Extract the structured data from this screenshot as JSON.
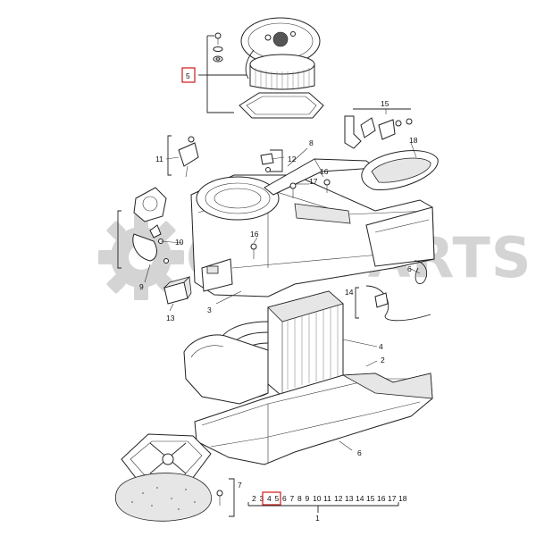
{
  "watermark": {
    "text": "OPMPARTS",
    "color": "#d4d4d4"
  },
  "highlight_color": "#d01818",
  "callouts": {
    "c1": "1",
    "c2": "2",
    "c3": "3",
    "c4": "4",
    "c5": "5",
    "c6a": "6",
    "c6b": "6",
    "c7": "7",
    "c8": "8",
    "c9": "9",
    "c10": "10",
    "c11": "11",
    "c12": "12",
    "c13": "13",
    "c14": "14",
    "c15": "15",
    "c16a": "16",
    "c16b": "16",
    "c17": "17",
    "c18": "18"
  },
  "index_row": {
    "items": [
      "2",
      "3",
      "4",
      "5",
      "6",
      "7",
      "8",
      "9",
      "10",
      "11",
      "12",
      "13",
      "14",
      "15",
      "16",
      "17",
      "18"
    ],
    "highlighted": [
      "4",
      "5"
    ]
  },
  "highlighted_callout": "5"
}
